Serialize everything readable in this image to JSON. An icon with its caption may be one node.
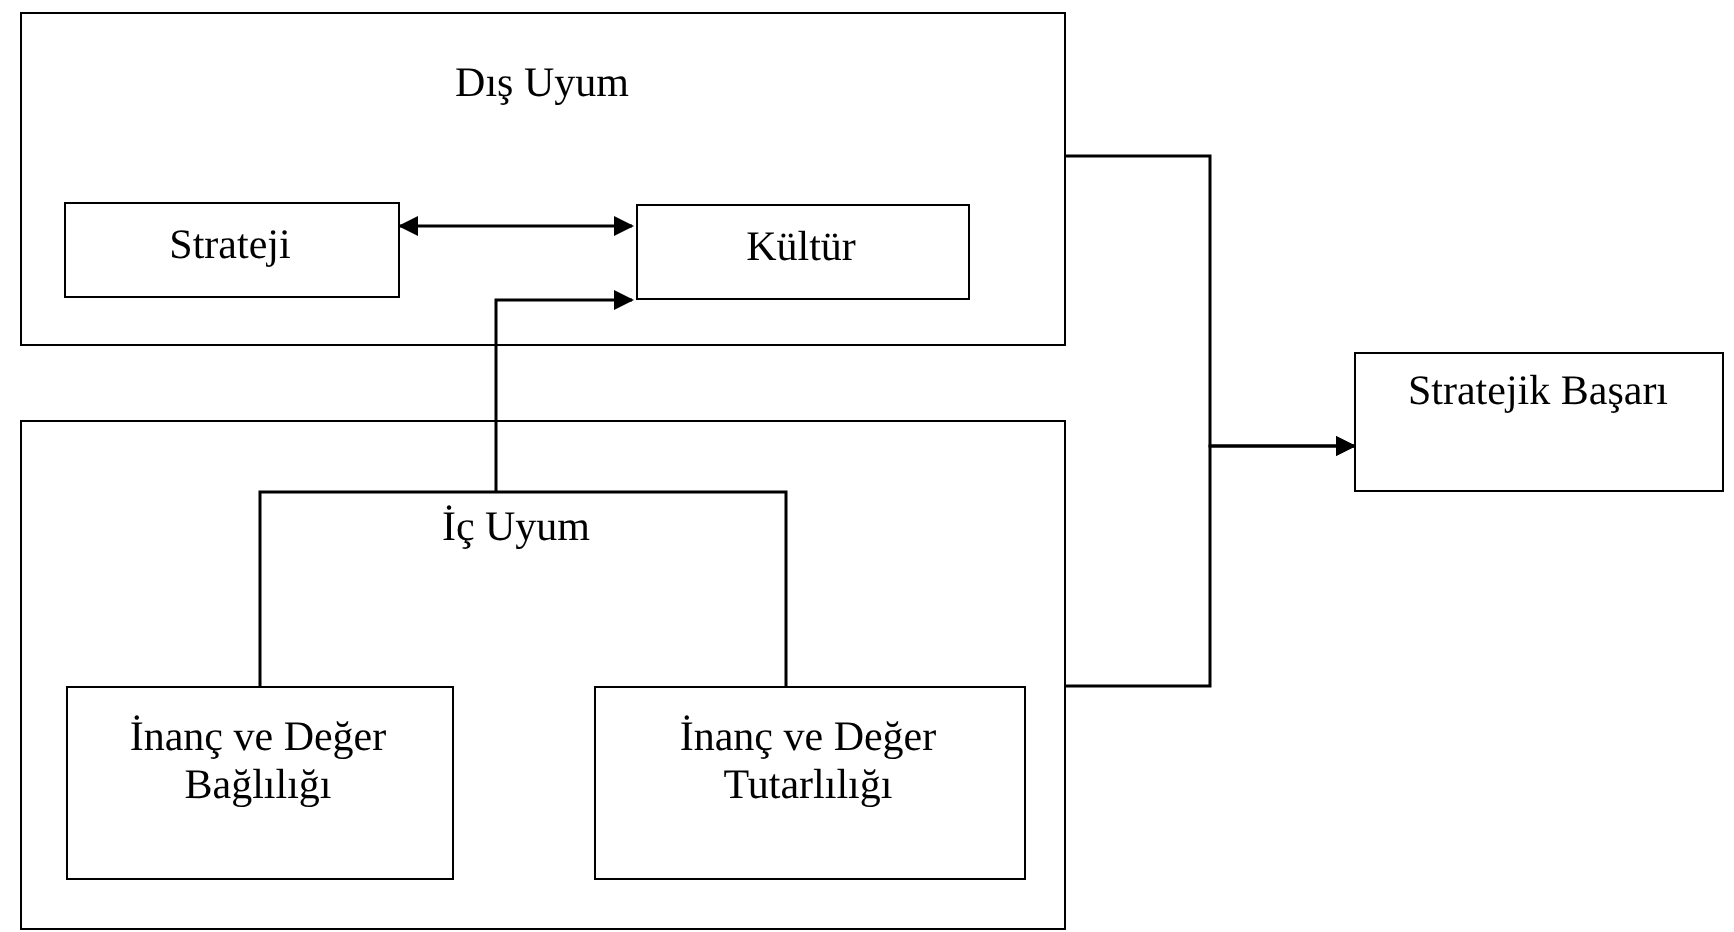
{
  "diagram": {
    "nodes": [
      {
        "text": [
          "Dış Uyum"
        ]
      },
      {
        "text": [
          "Strateji"
        ],
        "in": 0
      },
      {
        "text": [
          "Kültür"
        ],
        "in": 0
      },
      {
        "text": [],
        "shape": "box"
      },
      {
        "text": [
          "İç Uyum"
        ],
        "in": 3
      },
      {
        "text": [
          "İnanç ve Değer Bağlılığı"
        ],
        "in": 3
      },
      {
        "text": [
          "İnanç ve Değer Tutarlılığı"
        ],
        "in": 3
      },
      {
        "text": [
          "Stratejik Başarı"
        ]
      }
    ],
    "edges": [
      {
        "from": 1,
        "to": 2,
        "arrow": "both"
      },
      {
        "from": 4,
        "to": 2,
        "arrow": "to"
      },
      {
        "from": 4,
        "to": 5,
        "arrow": "none"
      },
      {
        "from": 4,
        "to": 6,
        "arrow": "none"
      },
      {
        "from": 0,
        "to": 7,
        "arrow": "to"
      },
      {
        "from": 3,
        "to": 7,
        "arrow": "to"
      }
    ]
  }
}
